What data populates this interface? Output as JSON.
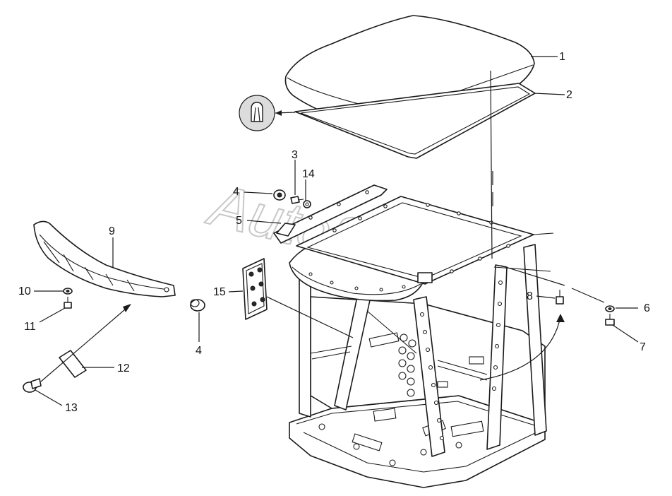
{
  "diagram": {
    "watermark": "AutoSoft",
    "callouts": [
      {
        "id": "c1",
        "label": "1"
      },
      {
        "id": "c2",
        "label": "2"
      },
      {
        "id": "c3",
        "label": "3"
      },
      {
        "id": "c14",
        "label": "14"
      },
      {
        "id": "c4a",
        "label": "4"
      },
      {
        "id": "c5",
        "label": "5"
      },
      {
        "id": "c9",
        "label": "9"
      },
      {
        "id": "c15",
        "label": "15"
      },
      {
        "id": "c8",
        "label": "8"
      },
      {
        "id": "c6",
        "label": "6"
      },
      {
        "id": "c7",
        "label": "7"
      },
      {
        "id": "c10",
        "label": "10"
      },
      {
        "id": "c11",
        "label": "11"
      },
      {
        "id": "c4b",
        "label": "4"
      },
      {
        "id": "c12",
        "label": "12"
      },
      {
        "id": "c13",
        "label": "13"
      }
    ]
  }
}
